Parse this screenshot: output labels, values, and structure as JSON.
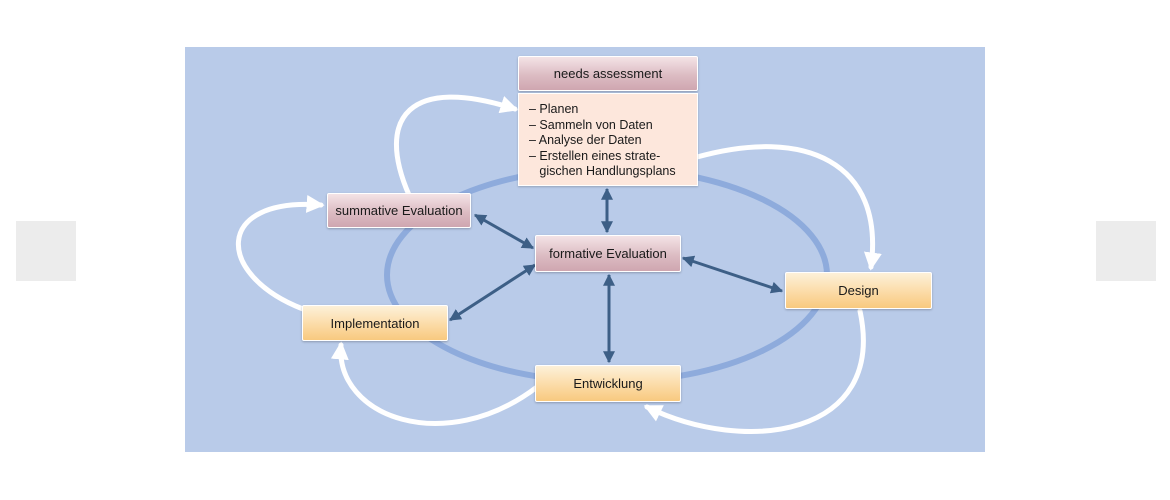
{
  "navigation": {
    "prev_icon": "prev-slide",
    "next_icon": "next-slide"
  },
  "diagram": {
    "needs_assessment": {
      "title": "needs assessment",
      "items": [
        "– Planen",
        "– Sammeln von Daten",
        "– Analyse der Daten",
        "– Erstellen eines strate-",
        "   gischen Handlungsplans"
      ]
    },
    "summative": "summative Evaluation",
    "formative": "formative Evaluation",
    "design": "Design",
    "implementation": "Implementation",
    "entwicklung": "Entwicklung"
  },
  "colors": {
    "background": "#b9cbe9",
    "ellipse": "#8eabdc",
    "connector": "#3d5f86",
    "cycle_arrow": "#ffffff",
    "pink_box": "#dcbcc3",
    "orange_box": "#fbd9a2"
  }
}
